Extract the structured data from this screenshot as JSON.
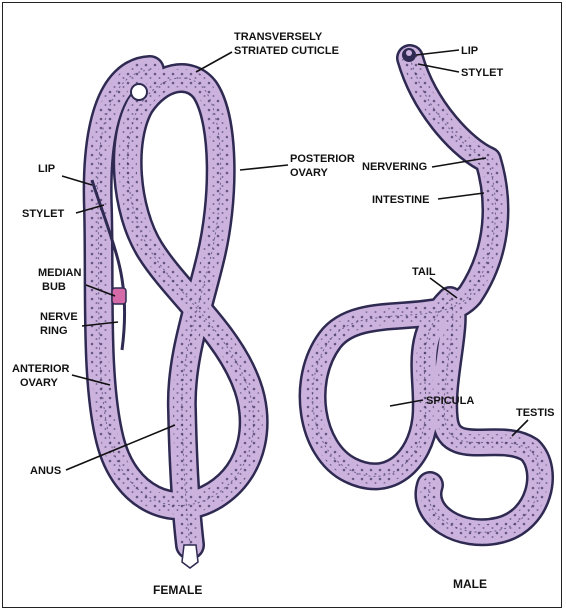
{
  "figure": {
    "female_caption": "FEMALE",
    "male_caption": "MALE"
  },
  "female_labels": {
    "cuticle_1": "TRANSVERSELY",
    "cuticle_2": "STRIATED CUTICLE",
    "posterior_1": "POSTERIOR",
    "posterior_2": "OVARY",
    "lip": "LIP",
    "stylet": "STYLET",
    "median_1": "MEDIAN",
    "median_2": "BUB",
    "nerve_1": "NERVE",
    "nerve_2": "RING",
    "anterior_1": "ANTERIOR",
    "anterior_2": "OVARY",
    "anus": "ANUS"
  },
  "male_labels": {
    "lip": "LIP",
    "stylet": "STYLET",
    "nervering": "NERVERING",
    "intestine": "INTESTINE",
    "tail": "TAIL",
    "spicula": "SPICULA",
    "testis": "TESTIS"
  },
  "colors": {
    "body_outline": "#2e2a52",
    "body_fill": "#ccb3de",
    "inner": "#b59ad0",
    "granule": "#3a2f5c",
    "label_line": "#111111"
  }
}
